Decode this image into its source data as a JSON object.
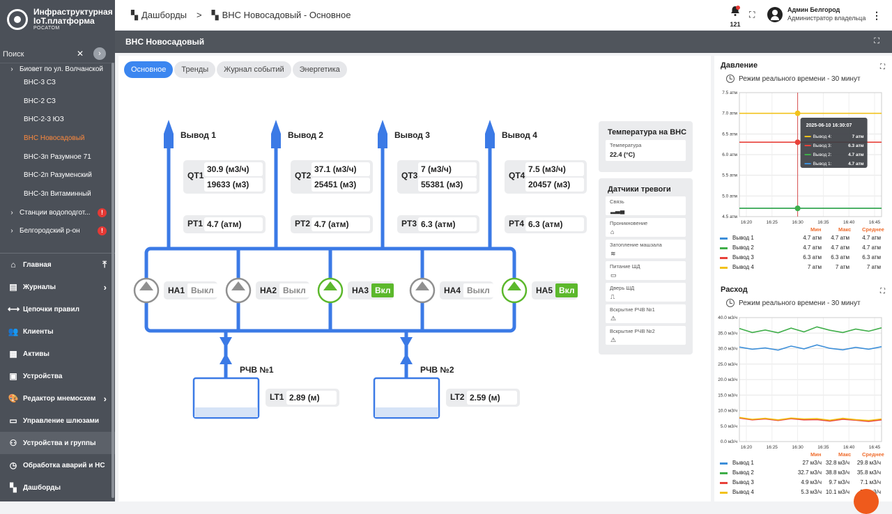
{
  "brand": {
    "line1": "Инфраструктурная",
    "line2": "IoT.платформа",
    "line3": "РОСАТОМ"
  },
  "search": {
    "placeholder": "Поиск"
  },
  "tree": [
    {
      "label": "Биовет по ул. Волчанской",
      "type": "group",
      "cut": true
    },
    {
      "label": "ВНС-3 СЗ",
      "type": "item"
    },
    {
      "label": "ВНС-2 СЗ",
      "type": "item"
    },
    {
      "label": "ВНС-2-3 ЮЗ",
      "type": "item"
    },
    {
      "label": "ВНС Новосадовый",
      "type": "item",
      "active": true
    },
    {
      "label": "ВНС-3п Разумное 71",
      "type": "item"
    },
    {
      "label": "ВНС-2п Разуменский",
      "type": "item"
    },
    {
      "label": "ВНС-3п Витаминный",
      "type": "item"
    },
    {
      "label": "Станции водоподгот...",
      "type": "group",
      "alert": "!"
    },
    {
      "label": "Белгородский р-он",
      "type": "group",
      "alert": "!"
    }
  ],
  "nav": [
    {
      "label": "Главная",
      "icon": "⌂",
      "arrow": "⤒"
    },
    {
      "label": "Журналы",
      "icon": "▤",
      "arrow": "›"
    },
    {
      "label": "Цепочки правил",
      "icon": "⟷",
      "arrow": ""
    },
    {
      "label": "Клиенты",
      "icon": "👥",
      "arrow": ""
    },
    {
      "label": "Активы",
      "icon": "▦",
      "arrow": ""
    },
    {
      "label": "Устройства",
      "icon": "▣",
      "arrow": ""
    },
    {
      "label": "Редактор мнемосхем",
      "icon": "🎨",
      "arrow": "›"
    },
    {
      "label": "Управление шлюзами",
      "icon": "▭",
      "arrow": ""
    },
    {
      "label": "Устройства и группы",
      "icon": "⚇",
      "arrow": "",
      "selected": true
    },
    {
      "label": "Обработка аварий и НС",
      "icon": "◷",
      "arrow": ""
    },
    {
      "label": "Дашборды",
      "icon": "▚",
      "arrow": ""
    }
  ],
  "topbar": {
    "crumb1": "Дашборды",
    "crumb_sep": ">",
    "crumb2": "ВНС Новосадовый - Основное",
    "notif_count": "121",
    "user_name": "Админ Белгород",
    "user_role": "Администратор владельца"
  },
  "title": "ВНС Новосадовый",
  "tabs": [
    "Основное",
    "Тренды",
    "Журнал событий",
    "Энергетика"
  ],
  "outlets": [
    {
      "name": "Вывод 1",
      "qt": "QT1",
      "flow": "30.9 (м3/ч)",
      "total": "19633 (м3)",
      "pt": "PT1",
      "pressure": "4.7 (атм)"
    },
    {
      "name": "Вывод 2",
      "qt": "QT2",
      "flow": "37.1 (м3/ч)",
      "total": "25451 (м3)",
      "pt": "PT2",
      "pressure": "4.7 (атм)"
    },
    {
      "name": "Вывод 3",
      "qt": "QT3",
      "flow": "7 (м3/ч)",
      "total": "55381 (м3)",
      "pt": "PT3",
      "pressure": "6.3 (атм)"
    },
    {
      "name": "Вывод 4",
      "qt": "QT4",
      "flow": "7.5 (м3/ч)",
      "total": "20457 (м3)",
      "pt": "PT4",
      "pressure": "6.3 (атм)"
    }
  ],
  "pumps": [
    {
      "name": "НА1",
      "state": "Выкл",
      "on": false
    },
    {
      "name": "НА2",
      "state": "Выкл",
      "on": false
    },
    {
      "name": "НА3",
      "state": "Вкл",
      "on": true
    },
    {
      "name": "НА4",
      "state": "Выкл",
      "on": false
    },
    {
      "name": "НА5",
      "state": "Вкл",
      "on": true
    }
  ],
  "tanks": [
    {
      "name": "РЧВ №1",
      "lt": "LT1",
      "level": "2.89 (м)"
    },
    {
      "name": "РЧВ №2",
      "lt": "LT2",
      "level": "2.59 (м)"
    }
  ],
  "temperature": {
    "title": "Температура на ВНС",
    "label": "Температура",
    "value": "22.4 (°C)"
  },
  "alarms": {
    "title": "Датчики тревоги",
    "items": [
      {
        "label": "Связь",
        "icon": "signal-icon"
      },
      {
        "label": "Проникновение",
        "icon": "intrusion-icon"
      },
      {
        "label": "Затопление машзала",
        "icon": "flood-icon"
      },
      {
        "label": "Питание ШД",
        "icon": "power-icon"
      },
      {
        "label": "Дверь ШД",
        "icon": "door-icon"
      },
      {
        "label": "Вскрытие РЧВ №1",
        "icon": "warning-icon"
      },
      {
        "label": "Вскрытие РЧВ №2",
        "icon": "warning-icon"
      }
    ]
  },
  "colors": {
    "pipe": "#3b7ae6",
    "pump_on": "#5cb82c",
    "pump_off": "#909090",
    "accent": "#ef6c2c",
    "active_nav": "#ff8a3d"
  },
  "chart_data": [
    {
      "type": "line",
      "title": "Давление",
      "subtitle": "Режим реального времени - 30 минут",
      "x": [
        "16:20",
        "16:25",
        "16:30",
        "16:35",
        "16:40",
        "16:45"
      ],
      "y_ticks": [
        "4.5 атм",
        "5.0 атм",
        "5.5 атм",
        "6.0 атм",
        "6.5 атм",
        "7.0 атм",
        "7.5 атм"
      ],
      "ylim": [
        4.5,
        7.5
      ],
      "series": [
        {
          "name": "Вывод 1",
          "color": "#3d8fd9",
          "values": [
            4.7,
            4.7,
            4.7,
            4.7,
            4.7,
            4.7
          ],
          "min": "4.7 атм",
          "max": "4.7 атм",
          "avg": "4.7 атм"
        },
        {
          "name": "Вывод 2",
          "color": "#3fae49",
          "values": [
            4.7,
            4.7,
            4.7,
            4.7,
            4.7,
            4.7
          ],
          "min": "4.7 атм",
          "max": "4.7 атм",
          "avg": "4.7 атм"
        },
        {
          "name": "Вывод 3",
          "color": "#e8423a",
          "values": [
            6.3,
            6.3,
            6.3,
            6.3,
            6.3,
            6.3
          ],
          "min": "6.3 атм",
          "max": "6.3 атм",
          "avg": "6.3 атм"
        },
        {
          "name": "Вывод 4",
          "color": "#f2c21b",
          "values": [
            7,
            7,
            7,
            7,
            7,
            7
          ],
          "min": "7 атм",
          "max": "7 атм",
          "avg": "7 атм"
        }
      ],
      "legend_headers": {
        "min": "Мин",
        "max": "Макс",
        "avg": "Среднее"
      },
      "tooltip": {
        "time": "2025-06-10 16:30:07",
        "rows": [
          {
            "name": "Вывод 4:",
            "value": "7 атм",
            "color": "#f2c21b"
          },
          {
            "name": "Вывод 3:",
            "value": "6.3 атм",
            "color": "#e8423a"
          },
          {
            "name": "Вывод 2:",
            "value": "4.7 атм",
            "color": "#3fae49"
          },
          {
            "name": "Вывод 1:",
            "value": "4.7 атм",
            "color": "#3d8fd9"
          }
        ]
      },
      "cursor_x": "16:30"
    },
    {
      "type": "line",
      "title": "Расход",
      "subtitle": "Режим реального времени - 30 минут",
      "x": [
        "16:20",
        "16:25",
        "16:30",
        "16:35",
        "16:40",
        "16:45"
      ],
      "y_ticks": [
        "0.0 м3/ч",
        "5.0 м3/ч",
        "10.0 м3/ч",
        "15.0 м3/ч",
        "20.0 м3/ч",
        "25.0 м3/ч",
        "30.0 м3/ч",
        "35.0 м3/ч",
        "40.0 м3/ч"
      ],
      "ylim": [
        0,
        40
      ],
      "series": [
        {
          "name": "Вывод 1",
          "color": "#3d8fd9",
          "values": [
            30.5,
            29.8,
            30.2,
            29.5,
            30.8,
            29.9,
            31.2,
            30.1,
            29.6,
            30.4,
            29.8,
            30.6
          ],
          "min": "27 м3/ч",
          "max": "32.8 м3/ч",
          "avg": "29.8 м3/ч"
        },
        {
          "name": "Вывод 2",
          "color": "#3fae49",
          "values": [
            36.5,
            35.2,
            36.0,
            35.1,
            36.6,
            35.4,
            37.0,
            35.9,
            35.2,
            36.3,
            35.6,
            36.7
          ],
          "min": "32.7 м3/ч",
          "max": "38.8 м3/ч",
          "avg": "35.8 м3/ч"
        },
        {
          "name": "Вывод 3",
          "color": "#e8423a",
          "values": [
            7.6,
            7.0,
            7.3,
            6.8,
            7.4,
            7.0,
            7.1,
            6.6,
            7.2,
            6.9,
            6.5,
            7.0
          ],
          "min": "4.9 м3/ч",
          "max": "9.7 м3/ч",
          "avg": "7.1 м3/ч"
        },
        {
          "name": "Вывод 4",
          "color": "#f2c21b",
          "values": [
            7.8,
            7.2,
            7.5,
            7.0,
            7.6,
            7.3,
            7.4,
            6.9,
            7.5,
            7.1,
            6.8,
            7.3
          ],
          "min": "5.3 м3/ч",
          "max": "10.1 м3/ч",
          "avg": "7.4 м3/ч"
        }
      ],
      "legend_headers": {
        "min": "Мин",
        "max": "Макс",
        "avg": "Среднее"
      }
    }
  ]
}
